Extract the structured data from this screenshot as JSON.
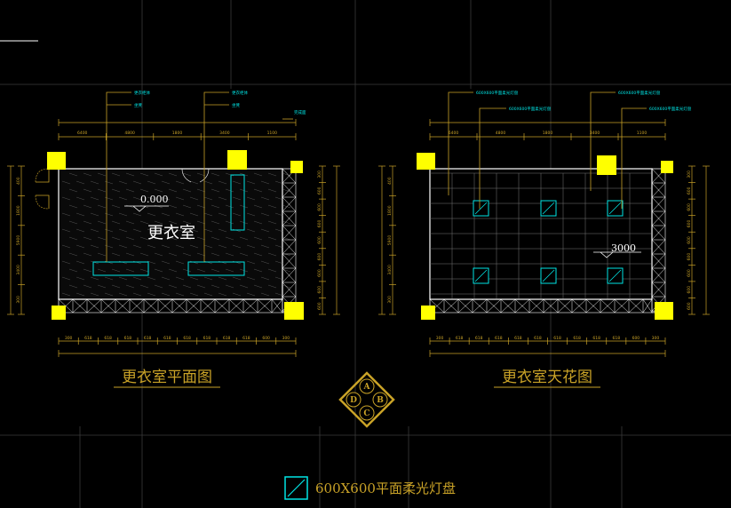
{
  "drawings": {
    "plan": {
      "title": "更衣室平面图",
      "room_label": "更衣室",
      "level": "0.000",
      "callouts": [
        "更衣柜体",
        "坐凳",
        "更衣柜体",
        "坐凳",
        "完成面"
      ],
      "top_dims": [
        "6400",
        "4800",
        "1800",
        "3400",
        "1100"
      ],
      "right_dims": [
        "300",
        "600",
        "600",
        "600",
        "600",
        "600",
        "600",
        "600",
        "600"
      ],
      "left_dims": [
        "400",
        "1800",
        "5900",
        "3400",
        "300"
      ],
      "bottom_dims": [
        "300",
        "618",
        "618",
        "618",
        "618",
        "618",
        "618",
        "618",
        "618",
        "618",
        "600",
        "300"
      ]
    },
    "ceiling": {
      "title": "更衣室天花图",
      "level": "3000",
      "callouts": [
        "600X600平面柔光灯盘",
        "600X600平面柔光灯盘",
        "600X600平面柔光灯盘",
        "600X600平面柔光灯盘"
      ],
      "top_dims": [
        "6400",
        "4800",
        "1800",
        "3400",
        "1100"
      ],
      "right_dims": [
        "300",
        "600",
        "600",
        "600",
        "600",
        "600",
        "600",
        "600",
        "600"
      ],
      "left_dims": [
        "400",
        "1800",
        "5900",
        "3400",
        "300"
      ],
      "bottom_dims": [
        "300",
        "618",
        "618",
        "618",
        "618",
        "618",
        "618",
        "618",
        "618",
        "618",
        "600",
        "300"
      ]
    }
  },
  "compass_letters": [
    "A",
    "B",
    "C",
    "D"
  ],
  "legend": {
    "label": "600X600平面柔光灯盘",
    "icon": "light-panel-icon"
  },
  "colors": {
    "background": "#000000",
    "dimension": "#c9a227",
    "annotation": "#00e5e5",
    "column": "#ffff00",
    "wall": "#ffffff",
    "grid": "#3a3a3a"
  }
}
